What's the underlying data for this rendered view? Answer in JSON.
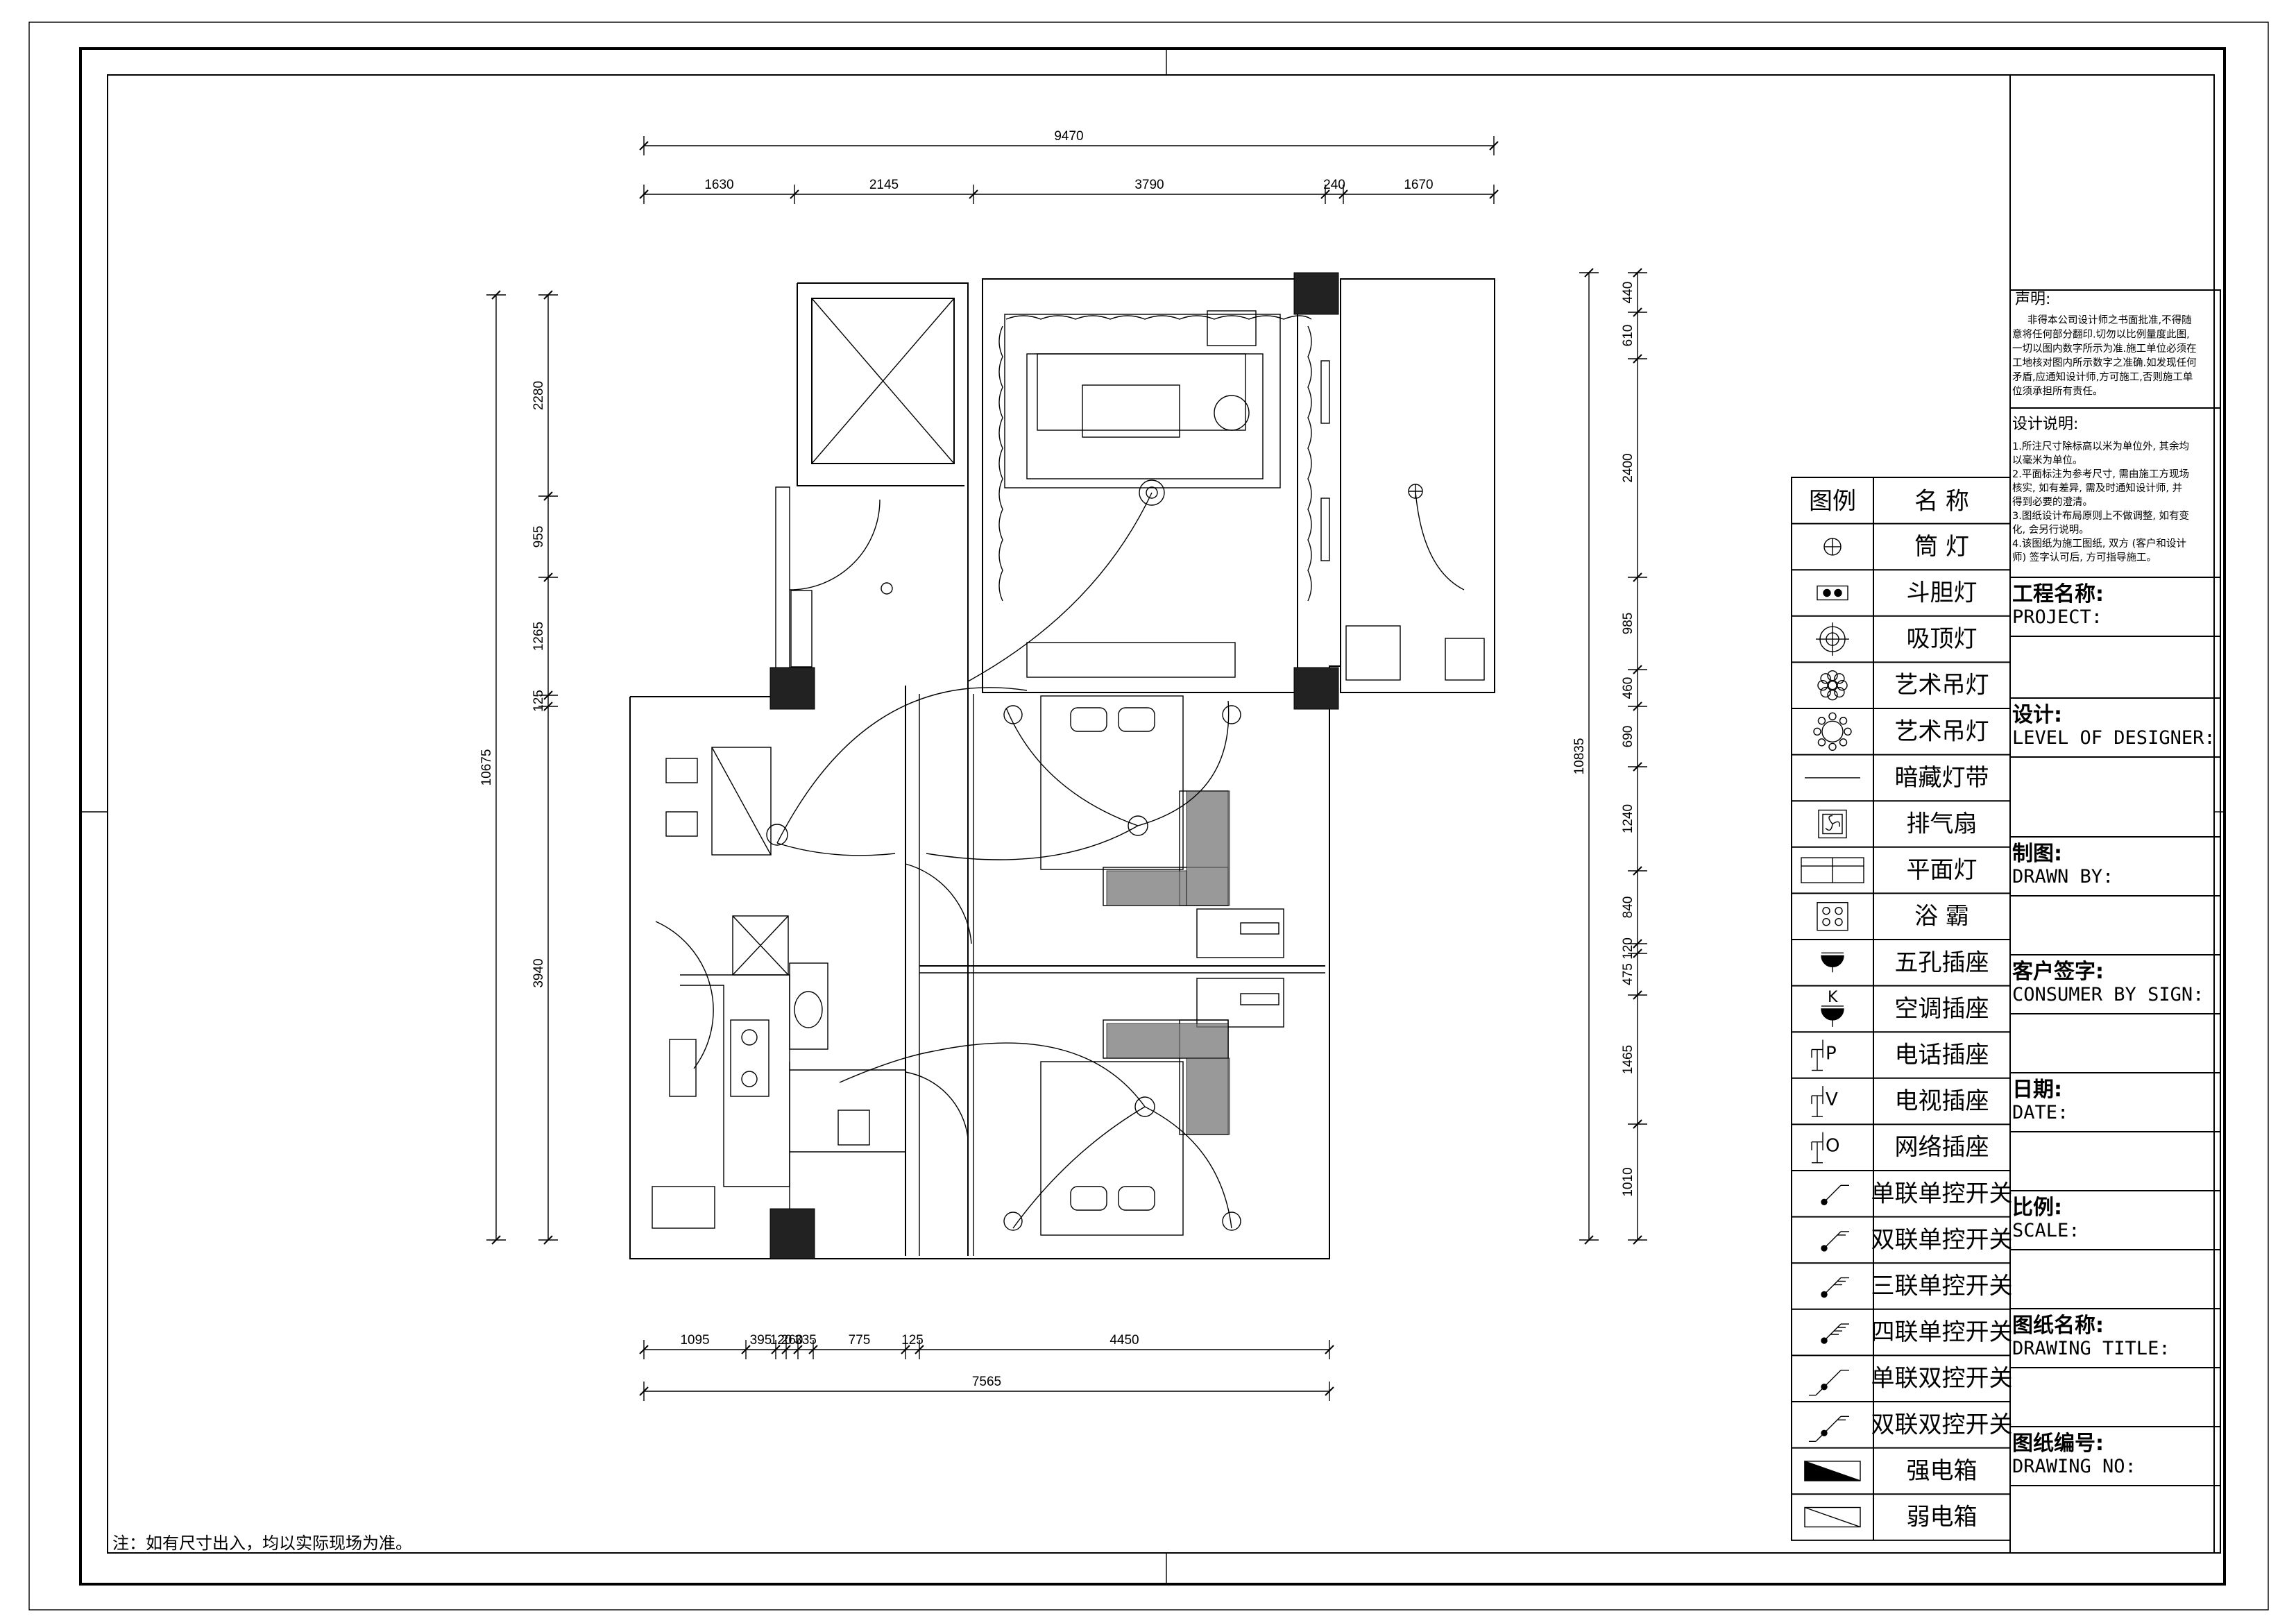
{
  "dimensions": {
    "top_total": "9470",
    "top_segments": [
      "1630",
      "2145",
      "3790",
      "240",
      "1670"
    ],
    "bottom_total": "7565",
    "bottom_segments": [
      "1095",
      "395",
      "120",
      "260",
      "335",
      "775",
      "125",
      "4450"
    ],
    "left_total": "10675",
    "left_segments": [
      "2280",
      "955",
      "1265",
      "125",
      "3940"
    ],
    "right_total": "10835",
    "right_segments": [
      "440",
      "610",
      "2400",
      "985",
      "460",
      "690",
      "1240",
      "840",
      "120",
      "475",
      "1465",
      "1010"
    ]
  },
  "legend": {
    "header_symbol": "图例",
    "header_name": "名  称",
    "items": [
      {
        "icon": "downlight-icon",
        "label": "筒  灯"
      },
      {
        "icon": "grille-light-icon",
        "label": "斗胆灯"
      },
      {
        "icon": "ceiling-light-icon",
        "label": "吸顶灯"
      },
      {
        "icon": "chandelier-icon",
        "label": "艺术吊灯"
      },
      {
        "icon": "chandelier-large-icon",
        "label": "艺术吊灯"
      },
      {
        "icon": "hidden-strip-icon",
        "label": "暗藏灯带"
      },
      {
        "icon": "exhaust-fan-icon",
        "label": "排气扇"
      },
      {
        "icon": "panel-light-icon",
        "label": "平面灯"
      },
      {
        "icon": "bath-heater-icon",
        "label": "浴  霸"
      },
      {
        "icon": "five-hole-socket-icon",
        "label": "五孔插座"
      },
      {
        "icon": "ac-socket-icon",
        "label": "空调插座"
      },
      {
        "icon": "phone-socket-icon",
        "label": "电话插座"
      },
      {
        "icon": "tv-socket-icon",
        "label": "电视插座"
      },
      {
        "icon": "network-socket-icon",
        "label": "网络插座"
      },
      {
        "icon": "switch-1gang-1way-icon",
        "label": "单联单控开关"
      },
      {
        "icon": "switch-2gang-1way-icon",
        "label": "双联单控开关"
      },
      {
        "icon": "switch-3gang-1way-icon",
        "label": "三联单控开关"
      },
      {
        "icon": "switch-4gang-1way-icon",
        "label": "四联单控开关"
      },
      {
        "icon": "switch-1gang-2way-icon",
        "label": "单联双控开关"
      },
      {
        "icon": "switch-2gang-2way-icon",
        "label": "双联双控开关"
      },
      {
        "icon": "power-box-icon",
        "label": "强电箱"
      },
      {
        "icon": "weak-box-icon",
        "label": "弱电箱"
      }
    ]
  },
  "title_block": {
    "statement_title": "声明:",
    "statement_lines": [
      "非得本公司设计师之书面批准,不得随",
      "意将任何部分翻印.切勿以比例量度此图,",
      "一切以图内数字所示为准.施工单位必须在",
      "工地核对图内所示数字之准确.如发现任何",
      "矛盾,应通知设计师,方可施工,否则施工单",
      "位须承担所有责任。"
    ],
    "notes_title": "设计说明:",
    "notes_lines": [
      "1.所注尺寸除标高以米为单位外, 其余均",
      "以毫米为单位。",
      "2.平面标注为参考尺寸, 需由施工方现场",
      "核实, 如有差异, 需及时通知设计师, 并",
      "得到必要的澄清。",
      "3.图纸设计布局原则上不做调整, 如有变",
      "化, 会另行说明。",
      "4.该图纸为施工图纸, 双方 (客户和设计",
      "师) 签字认可后, 方可指导施工。"
    ],
    "fields": [
      {
        "cn": "工程名称:",
        "en": "PROJECT:"
      },
      {
        "cn": "设计:",
        "en": "LEVEL OF DESIGNER:"
      },
      {
        "cn": "制图:",
        "en": "DRAWN BY:"
      },
      {
        "cn": "客户签字:",
        "en": "CONSUMER BY SIGN:"
      },
      {
        "cn": "日期:",
        "en": "DATE:"
      },
      {
        "cn": "比例:",
        "en": "SCALE:"
      },
      {
        "cn": "图纸名称:",
        "en": "DRAWING TITLE:"
      },
      {
        "cn": "图纸编号:",
        "en": "DRAWING NO:"
      }
    ]
  },
  "footnote": "注：如有尺寸出入，均以实际现场为准。"
}
